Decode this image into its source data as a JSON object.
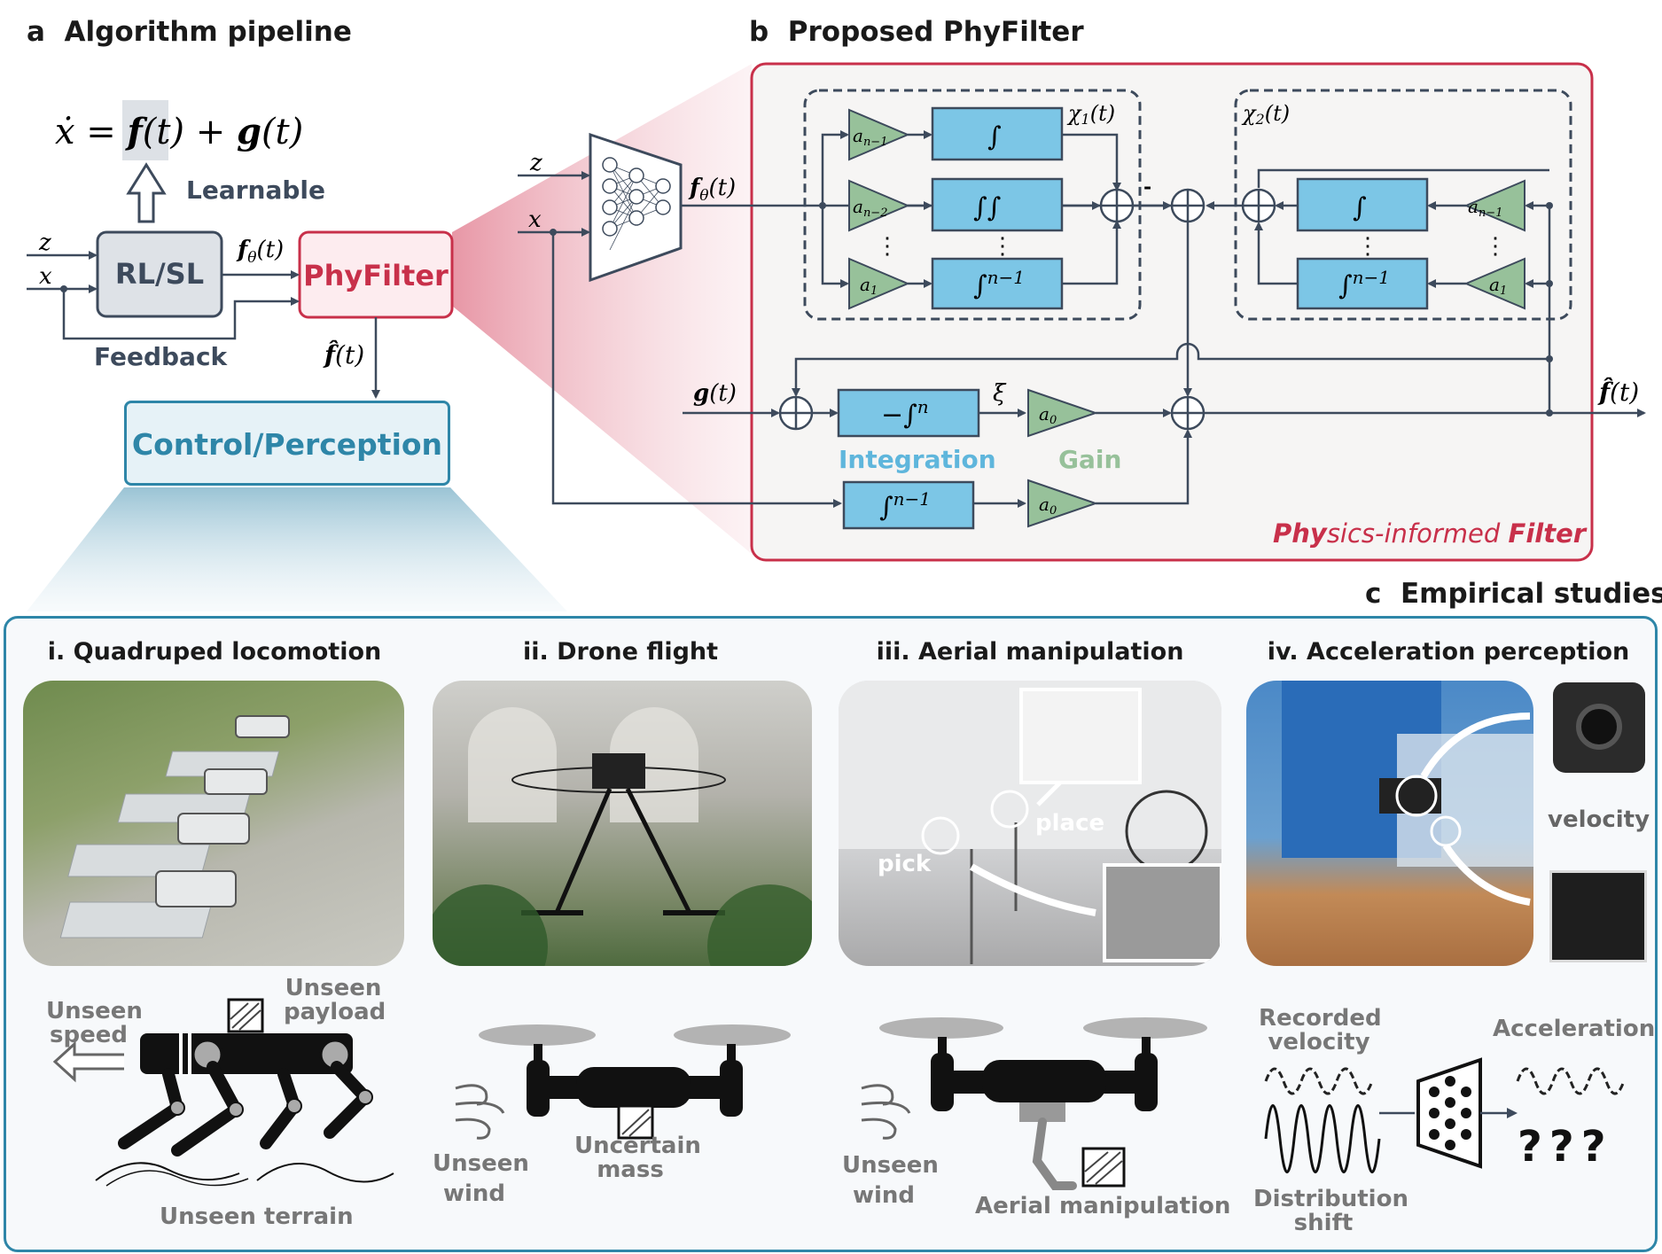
{
  "section_a": {
    "letter": "a",
    "title": "Algorithm pipeline"
  },
  "section_b": {
    "letter": "b",
    "title": "Proposed PhyFilter"
  },
  "section_c": {
    "letter": "c",
    "title": "Empirical studies"
  },
  "pipeline": {
    "learnable": "Learnable",
    "rlsl": "RL/SL",
    "phyfilter": "PhyFilter",
    "feedback": "Feedback",
    "control": "Control/Perception",
    "in_z": "z",
    "in_x": "x"
  },
  "filter": {
    "integration": "Integration",
    "gain": "Gain",
    "footer_bold1": "Phy",
    "footer_mid": "sics-informed ",
    "footer_bold2": "Filter",
    "in_z": "z",
    "in_x": "x",
    "xi": "ξ",
    "dots": "⋮"
  },
  "panels": [
    {
      "title": "i. Quadruped locomotion",
      "labels": [
        "Unseen speed",
        "Unseen payload",
        "Unseen terrain"
      ]
    },
    {
      "title": "ii. Drone flight",
      "labels": [
        "Unseen wind",
        "Uncertain mass"
      ]
    },
    {
      "title": "iii. Aerial manipulation",
      "labels": [
        "pick",
        "place",
        "Unseen wind",
        "Aerial manipulation"
      ]
    },
    {
      "title": "iv. Acceleration perception",
      "labels": [
        "velocity",
        "Recorded velocity",
        "Acceleration",
        "Distribution shift",
        "???"
      ]
    }
  ],
  "colors": {
    "red": "#c8304a",
    "teal": "#2e86a8",
    "blue_box": "#7cc6e6",
    "green_tri": "#97c19a",
    "line": "#3d4a5c"
  }
}
